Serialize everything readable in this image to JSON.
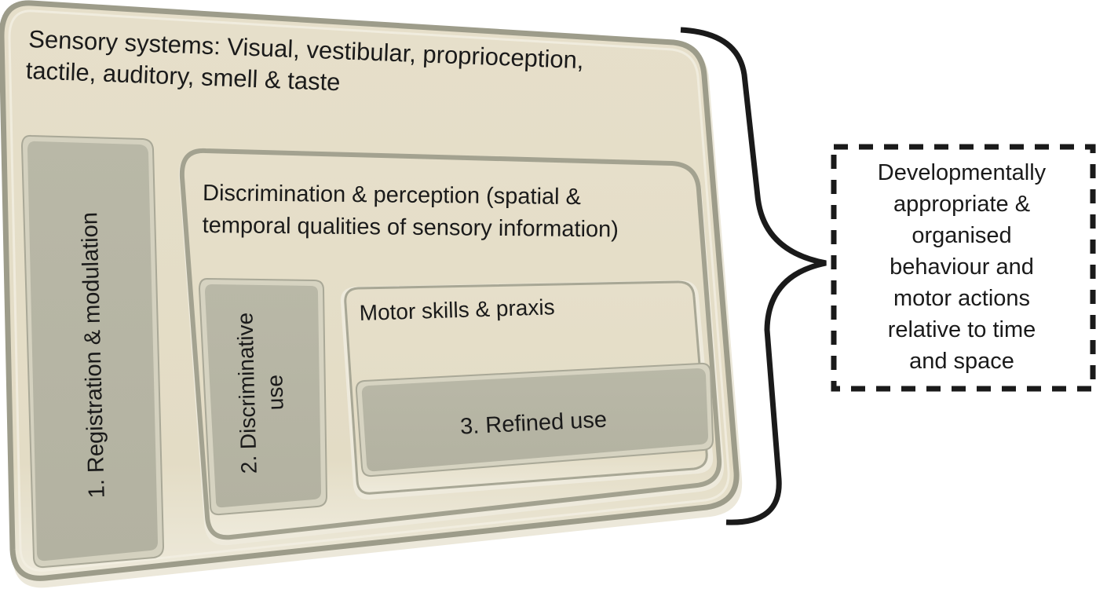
{
  "colors": {
    "panel_fill": "#e4ddc7",
    "panel_border": "#9d9c8a",
    "inner_highlight": "#f3efe2",
    "gray_box_fill": "#b6b5a4",
    "gray_box_border": "#9c9b8b",
    "text": "#1a1a1a",
    "brace": "#1a1a1a",
    "dashed_border": "#1a1a1a"
  },
  "outer_panel": {
    "label_line1": "Sensory systems: Visual, vestibular, proprioception,",
    "label_line2": "tactile, auditory, smell & taste"
  },
  "level1_box": {
    "label": "1. Registration & modulation"
  },
  "discrimination_panel": {
    "label_line1": "Discrimination & perception (spatial &",
    "label_line2": "temporal qualities of sensory information)"
  },
  "level2_box": {
    "label_line1": "2. Discriminative",
    "label_line2": "use"
  },
  "motor_panel": {
    "label": "Motor skills & praxis"
  },
  "level3_box": {
    "label": "3. Refined use"
  },
  "outcome_box": {
    "lines": [
      "Developmentally",
      "appropriate &",
      "organised",
      "behaviour and",
      "motor actions",
      "relative to time",
      "and space"
    ]
  }
}
